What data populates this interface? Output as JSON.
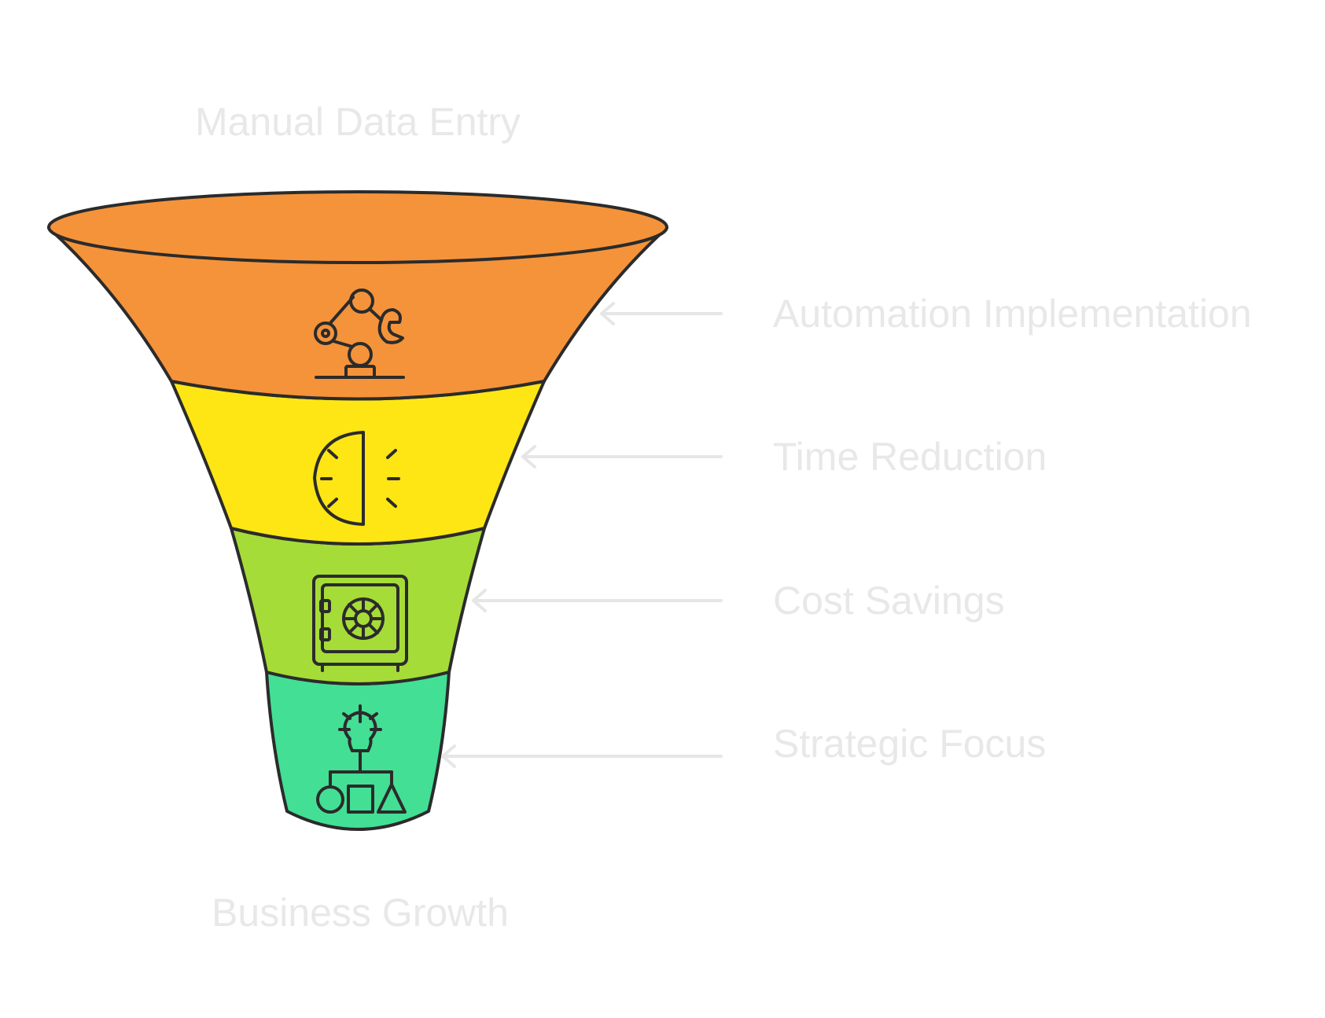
{
  "top_label": "Manual Data Entry",
  "bottom_label": "Business Growth",
  "stages": [
    {
      "label": "Automation Implementation",
      "icon": "robotic-arm-icon",
      "color": "#f5933a"
    },
    {
      "label": "Time Reduction",
      "icon": "half-clock-icon",
      "color": "#fde614"
    },
    {
      "label": "Cost Savings",
      "icon": "safe-icon",
      "color": "#a6dc37"
    },
    {
      "label": "Strategic Focus",
      "icon": "idea-shapes-icon",
      "color": "#43df95"
    }
  ],
  "colors": {
    "label_text": "#e8e8e8",
    "outline": "#2b2b2b",
    "arrow": "#e6e6e6"
  }
}
